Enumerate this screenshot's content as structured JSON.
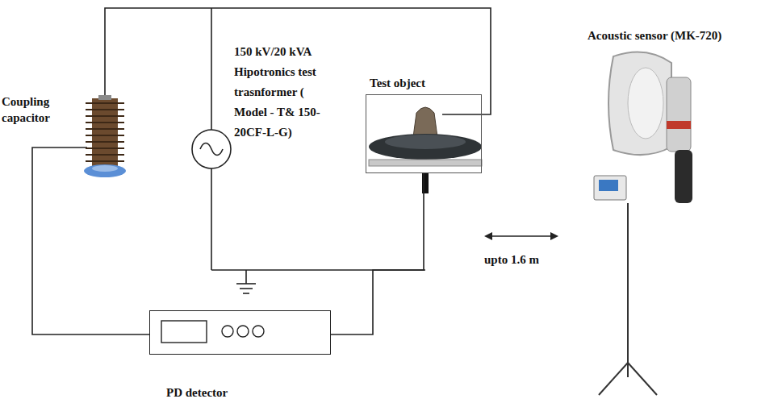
{
  "diagram": {
    "nodes": [
      {
        "text": [
          "Test object"
        ]
      },
      {
        "text": [
          "PD detector"
        ]
      }
    ],
    "edges": [
      {
        "from": 1,
        "to": 0,
        "arrow": "none"
      }
    ],
    "labels": [
      "Coupling capacitor",
      "150 kV/20 kVA Hipotronics test trasnformer ( Model - T& 150-20CF-L-G)",
      "Acoustic sensor (MK-720)",
      "upto 1.6 m"
    ]
  }
}
